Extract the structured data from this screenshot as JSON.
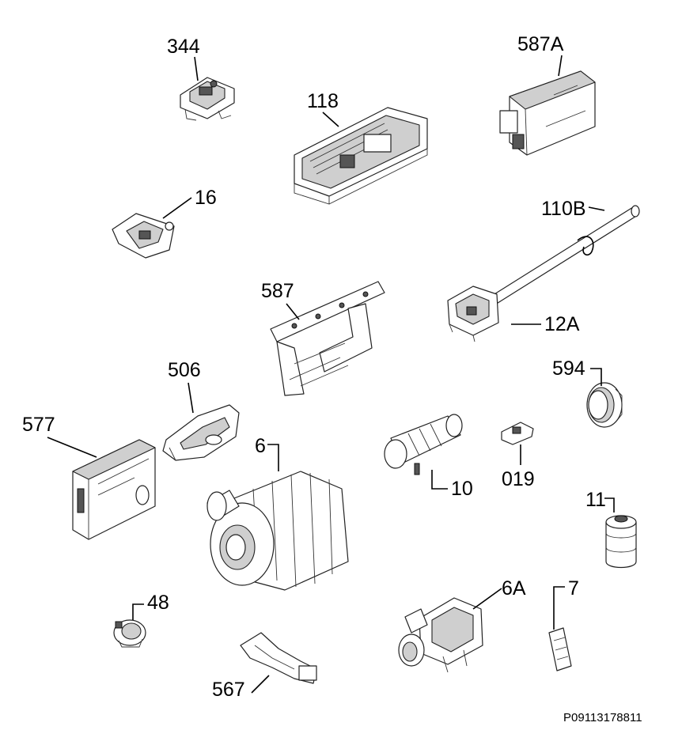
{
  "labels": {
    "p344": "344",
    "p118": "118",
    "p587A": "587A",
    "p16": "16",
    "p110B": "110B",
    "p587": "587",
    "p12A": "12A",
    "p506": "506",
    "p594": "594",
    "p577": "577",
    "p6": "6",
    "p10": "10",
    "p019": "019",
    "p11": "11",
    "p48": "48",
    "p6A": "6A",
    "p7": "7",
    "p567": "567"
  },
  "reference": "P09113178811"
}
